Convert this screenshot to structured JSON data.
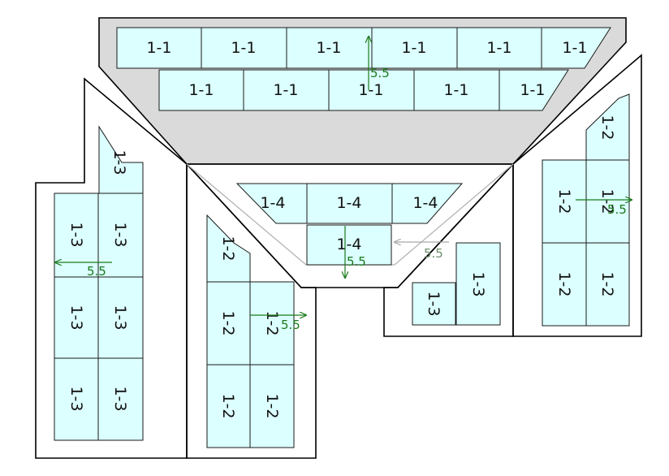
{
  "diagram": {
    "colors": {
      "panel_fill": "#dcffff",
      "panel_stroke": "#1a1a1a",
      "roof_fill": "#dadada",
      "roof_stroke": "#000000",
      "arrow": "#1a7a1a",
      "faded_arrow": "#a8a8a8",
      "faded_outline": "#b4b4b4"
    },
    "roof_faces": [
      {
        "id": "top-trapezoid",
        "shaded": true
      },
      {
        "id": "center-triangle",
        "shaded": false
      },
      {
        "id": "right-quad",
        "shaded": false
      },
      {
        "id": "left-hexagon",
        "shaded": false
      },
      {
        "id": "center-left-quad",
        "shaded": false
      },
      {
        "id": "center-right-quad",
        "shaded": false
      }
    ],
    "panel_groups": [
      {
        "group": "top",
        "label": "1-1",
        "count": 11,
        "text_orientation": "horizontal"
      },
      {
        "group": "center",
        "label": "1-4",
        "count": 4,
        "text_orientation": "horizontal"
      },
      {
        "group": "left",
        "label": "1-3",
        "count": 7,
        "text_orientation": "vertical"
      },
      {
        "group": "center-left",
        "label": "1-2",
        "count": 5,
        "text_orientation": "vertical"
      },
      {
        "group": "center-right",
        "label": "1-3",
        "count": 2,
        "text_orientation": "vertical"
      },
      {
        "group": "right",
        "label": "1-2",
        "count": 5,
        "text_orientation": "vertical"
      }
    ],
    "slope_arrows": [
      {
        "face": "top",
        "label": "5.5",
        "direction": "up"
      },
      {
        "face": "center",
        "label": "5.5",
        "direction": "down"
      },
      {
        "face": "left",
        "label": "5.5",
        "direction": "left"
      },
      {
        "face": "center-left",
        "label": "5.5",
        "direction": "right"
      },
      {
        "face": "center-right",
        "label": "5.5",
        "direction": "left",
        "faded": true
      },
      {
        "face": "right",
        "label": "5.5",
        "direction": "right"
      }
    ]
  }
}
